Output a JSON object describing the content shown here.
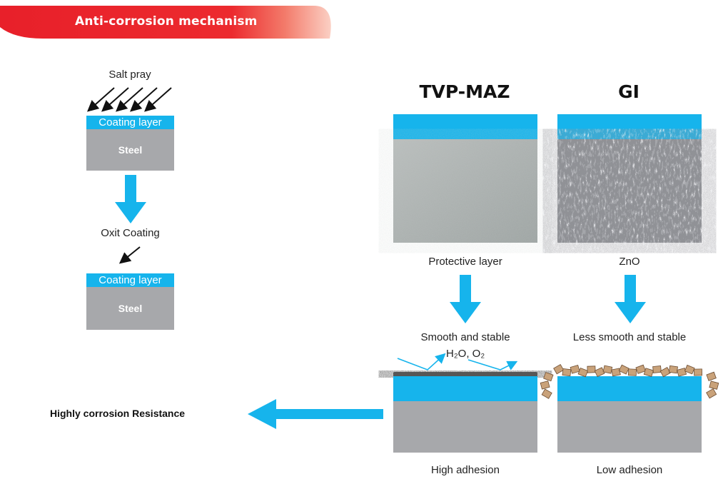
{
  "header": {
    "title": "Anti-corrosion mechanism",
    "colors": {
      "red": "#e8202a",
      "red_light": "#f59a8c"
    }
  },
  "left_process": {
    "top_label": "Salt pray",
    "coating_label": "Coating layer",
    "steel_label": "Steel",
    "middle_label": "Oxit Coating",
    "coating_label_2": "Coating layer",
    "steel_label_2": "Steel"
  },
  "comparison": {
    "tvp": {
      "title": "TVP-MAZ",
      "layer_label": "Protective layer",
      "state_label": "Smooth and stable",
      "gas_label": "H₂O, O₂",
      "adhesion_label": "High adhesion"
    },
    "gi": {
      "title": "GI",
      "layer_label": "ZnO",
      "state_label": "Less smooth and stable",
      "adhesion_label": "Low adhesion"
    }
  },
  "result": {
    "label": "Highly corrosion Resistance"
  },
  "colors": {
    "coating_blue": "#16b4ec",
    "steel_grey": "#a7a8ab",
    "oxide_brown": "#c9a27a"
  }
}
